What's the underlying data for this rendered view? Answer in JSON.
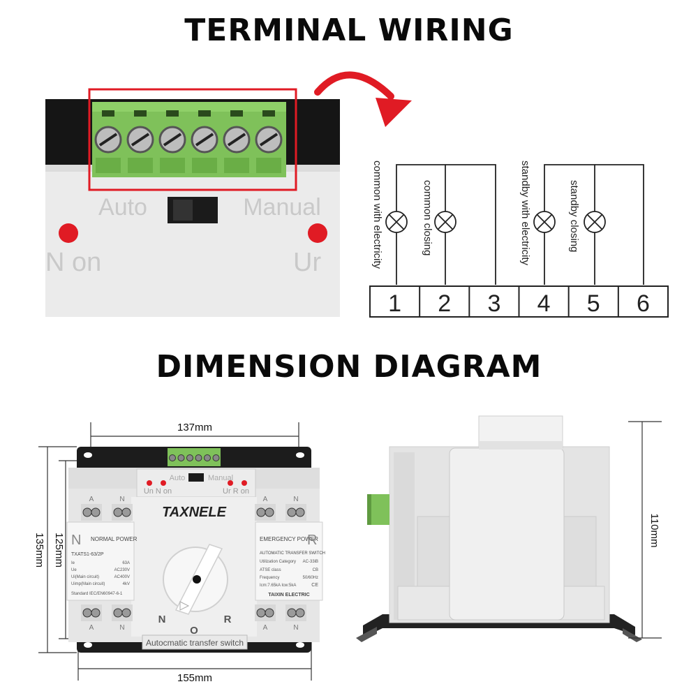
{
  "headings": {
    "terminal_wiring": "TERMINAL WIRING",
    "dimension_diagram": "DIMENSION DIAGRAM"
  },
  "photo": {
    "auto_label": "Auto",
    "manual_label": "Manual",
    "n_on_label": "N on",
    "ur_label": "Ur"
  },
  "wiring": {
    "labels": [
      "common with electricity",
      "common closing",
      "standby with electricity",
      "standby closing"
    ],
    "terminals": [
      "1",
      "2",
      "3",
      "4",
      "5",
      "6"
    ]
  },
  "front_view": {
    "width_top": "137mm",
    "width_bottom": "155mm",
    "height_outer": "135mm",
    "height_inner": "125mm",
    "brand": "TAXNELE",
    "indicator_auto": "Auto",
    "indicator_manual": "Manual",
    "indicator_left": "Un N on",
    "indicator_right": "Ur R on",
    "left_panel": {
      "letter": "N",
      "title": "NORMAL POWER",
      "model": "TXATS1-63/2P",
      "rows": [
        [
          "Ie",
          "63A"
        ],
        [
          "Ue",
          "AC230V"
        ],
        [
          "Ui(Main circuit)",
          "AC400V"
        ],
        [
          "Uimp(Main circuit)",
          "4kV"
        ]
      ],
      "standard": "Standard IEC/EN60947-6-1"
    },
    "right_panel": {
      "title": "EMERGENCY POWER",
      "letter": "R",
      "subtitle": "AUTOMATIC TRANSFER SWITCH",
      "rows": [
        [
          "Utilization Category",
          "AC-33iB"
        ],
        [
          "ATSE class",
          "CB"
        ],
        [
          "Frequency",
          "50/60Hz"
        ],
        [
          "Icm:7.65kA Icw:5kA",
          "CE"
        ]
      ],
      "maker": "TAIXIN ELECTRIC"
    },
    "terminal_letters_top_left": [
      "A",
      "N"
    ],
    "terminal_letters_top_right": [
      "A",
      "N"
    ],
    "terminal_letters_bottom_left": [
      "A",
      "N"
    ],
    "terminal_letters_bottom_right": [
      "A",
      "N"
    ],
    "knob_n": "N",
    "knob_o": "O",
    "knob_r": "R",
    "footer": "Autocmatic transfer switch"
  },
  "side_view": {
    "height": "110mm"
  },
  "colors": {
    "accent_red": "#e01b24",
    "terminal_green": "#7fc15a",
    "housing_gray": "#e6e6e6",
    "base_black": "#1c1c1c"
  }
}
